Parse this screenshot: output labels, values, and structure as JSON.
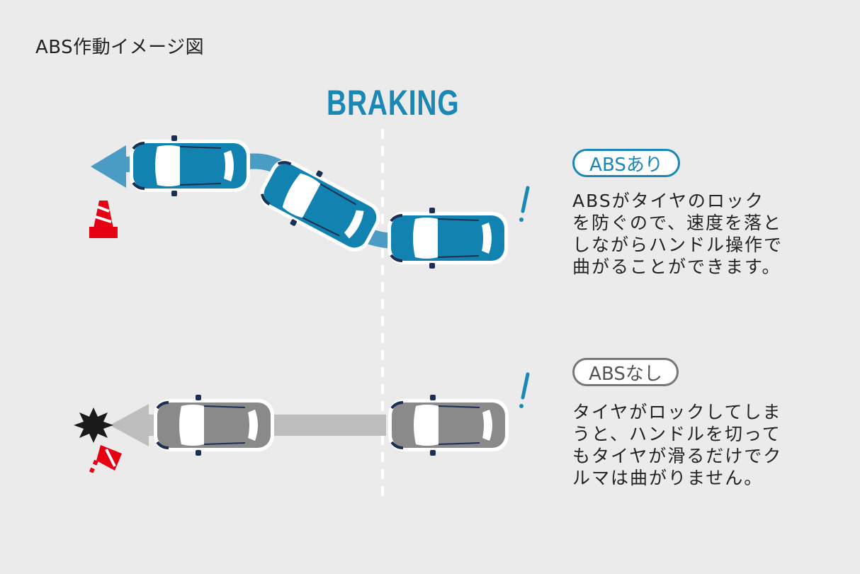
{
  "title": "ABS作動イメージ図",
  "braking_label": "BRAKING",
  "abs_on": {
    "badge": "ABSあり",
    "lines": [
      "ABSがタイヤのロック",
      "を防ぐので、速度を落と",
      "しながらハンドル操作で",
      "曲がることができます。"
    ]
  },
  "abs_off": {
    "badge": "ABSなし",
    "lines": [
      "タイヤがロックしてしま",
      "うと、ハンドルを切って",
      "もタイヤが滑るだけでク",
      "ルマは曲がりません。"
    ]
  },
  "colors": {
    "blue_car": "#1282b0",
    "blue_arrow": "#4a9cc4",
    "gray_car": "#8a8a8a",
    "gray_arrow": "#bdbdbd",
    "cone": "#e60012",
    "accent": "#1a87b5"
  }
}
